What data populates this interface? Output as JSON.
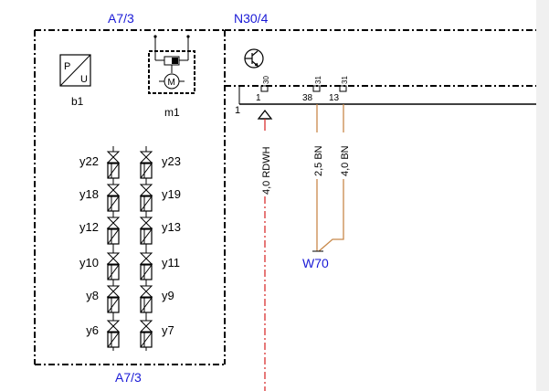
{
  "colors": {
    "line": "#000000",
    "label_blue": "#1a1ad6",
    "wire_red": "#d62020",
    "wire_brown": "#c8894a",
    "scrollbar": "#f0f0f0"
  },
  "modules": {
    "a7_top": "A7/3",
    "a7_bottom": "A7/3",
    "n30": "N30/4",
    "w70": "W70"
  },
  "components": {
    "b1": {
      "label": "b1",
      "sym_p": "P",
      "sym_u": "U"
    },
    "m1": {
      "label": "m1",
      "motor": "M"
    }
  },
  "valves": {
    "left": [
      "y22",
      "y18",
      "y12",
      "y10",
      "y8",
      "y6"
    ],
    "right": [
      "y23",
      "y19",
      "y13",
      "y11",
      "y9",
      "y7"
    ]
  },
  "pins": {
    "connector": "1",
    "p1": "1",
    "p38": "38",
    "p13": "13",
    "t30": "30",
    "t31a": "31",
    "t31b": "31"
  },
  "wires": {
    "red": "4,0 RDWH",
    "brown1": "2,5 BN",
    "brown2": "4,0 BN"
  }
}
